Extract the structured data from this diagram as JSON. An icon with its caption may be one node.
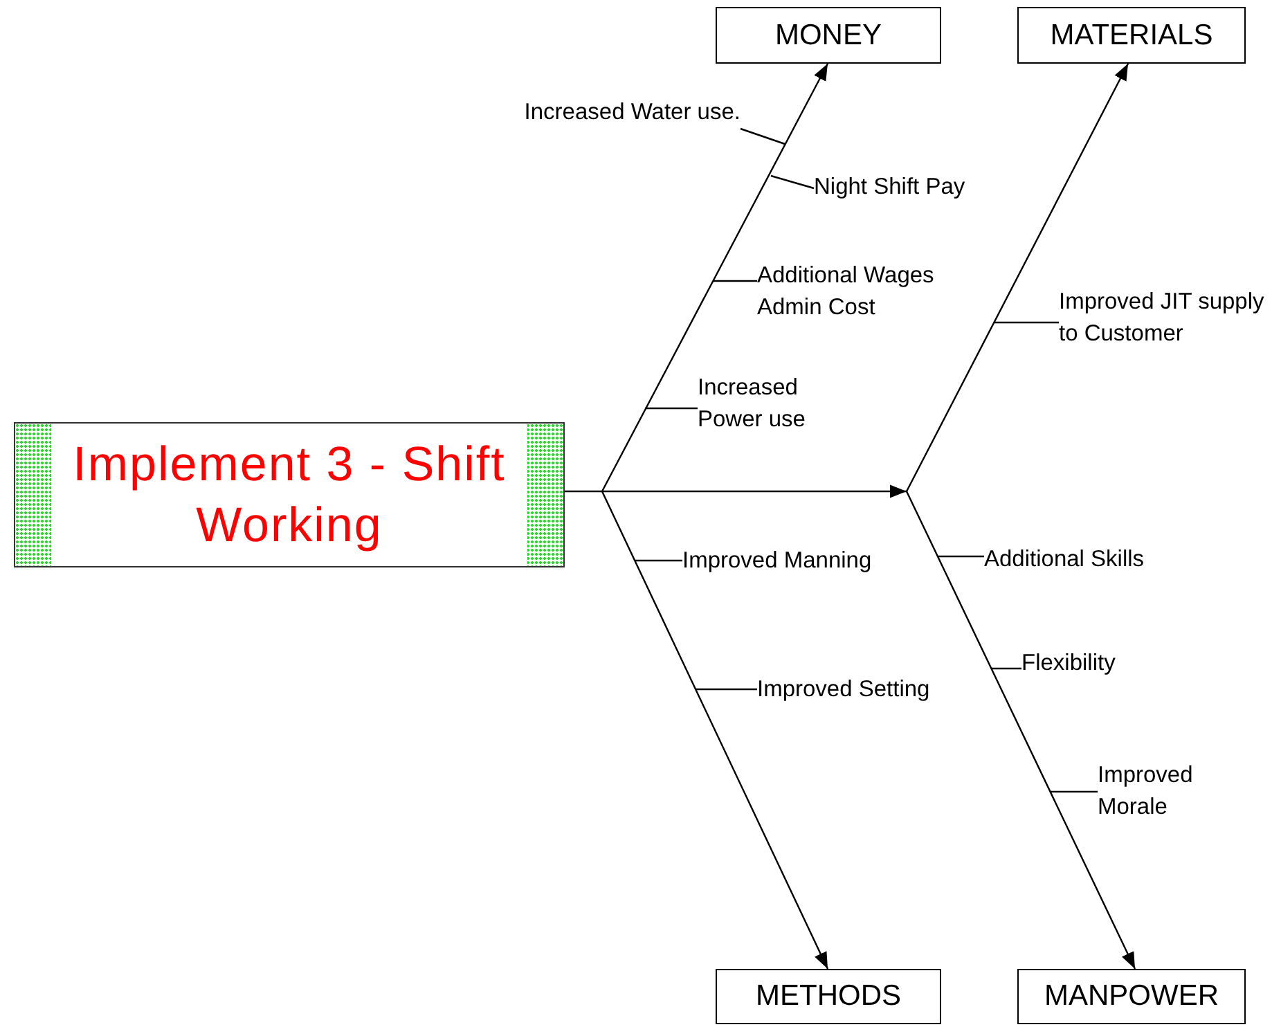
{
  "diagram": {
    "nodes": [
      {
        "text": [
          "Implement 3 - Shift Working"
        ]
      },
      {
        "text": [
          "MONEY"
        ]
      },
      {
        "text": [
          "MATERIALS"
        ]
      },
      {
        "text": [
          "METHODS"
        ]
      },
      {
        "text": [
          "MANPOWER"
        ]
      },
      {
        "text": [
          "Increased Water use."
        ]
      },
      {
        "text": [
          "Night Shift Pay"
        ]
      },
      {
        "text": [
          "Additional Wages Admin Cost"
        ]
      },
      {
        "text": [
          "Increased Power use"
        ]
      },
      {
        "text": [
          "Improved JIT supply to Customer"
        ]
      },
      {
        "text": [
          "Improved Manning"
        ]
      },
      {
        "text": [
          "Improved Setting"
        ]
      },
      {
        "text": [
          "Additional Skills"
        ]
      },
      {
        "text": [
          "Flexibility"
        ]
      },
      {
        "text": [
          "Improved Morale"
        ]
      }
    ],
    "edges": [
      {
        "from": 0,
        "to": null,
        "arrow": "to"
      },
      {
        "from": null,
        "to": 1,
        "arrow": "to"
      },
      {
        "from": null,
        "to": 2,
        "arrow": "to"
      },
      {
        "from": null,
        "to": 3,
        "arrow": "to"
      },
      {
        "from": null,
        "to": 4,
        "arrow": "to"
      },
      {
        "from": 5,
        "to": null,
        "arrow": "none"
      },
      {
        "from": 6,
        "to": null,
        "arrow": "none"
      },
      {
        "from": 7,
        "to": null,
        "arrow": "none"
      },
      {
        "from": 8,
        "to": null,
        "arrow": "none"
      },
      {
        "from": 9,
        "to": null,
        "arrow": "none"
      },
      {
        "from": 10,
        "to": null,
        "arrow": "none"
      },
      {
        "from": 11,
        "to": null,
        "arrow": "none"
      },
      {
        "from": 12,
        "to": null,
        "arrow": "none"
      },
      {
        "from": 13,
        "to": null,
        "arrow": "none"
      },
      {
        "from": 14,
        "to": null,
        "arrow": "none"
      }
    ]
  }
}
